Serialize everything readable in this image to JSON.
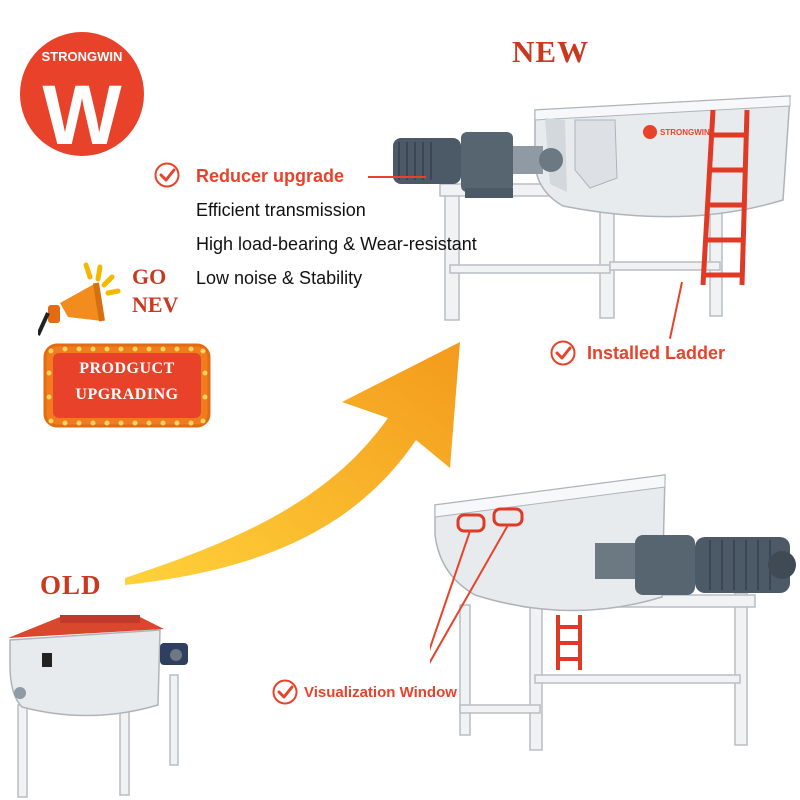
{
  "brand": {
    "name": "STRONGWIN",
    "mark": "W",
    "color": "#e8432a"
  },
  "labels": {
    "new": "NEW",
    "old": "OLD"
  },
  "features": {
    "title": "Reducer upgrade",
    "items": [
      "Efficient transmission",
      "High load-bearing & Wear-resistant",
      "Low noise & Stability"
    ]
  },
  "promo": {
    "go_line1": "GO",
    "go_line2": "NEV",
    "badge_line1": "PRODGUCT",
    "badge_line2": "UPGRADING"
  },
  "callouts": {
    "ladder": "Installed Ladder",
    "window": "Visualization Window"
  },
  "colors": {
    "accent": "#e8432a",
    "arrow_start": "#ffd23a",
    "arrow_end": "#f39a1c",
    "machine_steel": "#e8ebee",
    "motor": "#4c5a68",
    "ladder": "#e03a27"
  },
  "icons": {
    "check": "check-circle-icon",
    "megaphone": "megaphone-icon"
  }
}
